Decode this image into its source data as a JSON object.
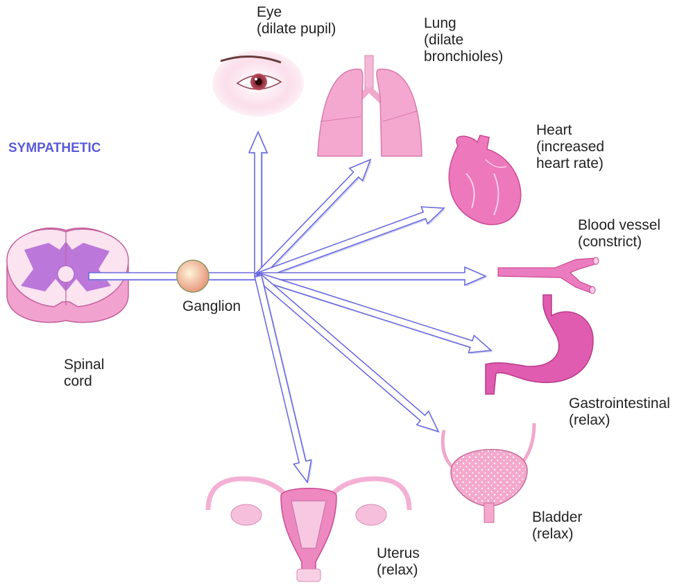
{
  "title": "SYMPATHETIC",
  "colors": {
    "title": "#5a5ad8",
    "arrow_stroke": "#6a6ae0",
    "arrow_fill": "#ffffff",
    "tissue": "#ee90c8",
    "tissue_light": "#f8cde6",
    "tissue_dark": "#c0408a",
    "grey_matter": "#b46ad6",
    "ganglion": "#f0b090"
  },
  "labels": {
    "eye": "Eye\n(dilate pupil)",
    "lung": "Lung\n(dilate\nbronchioles)",
    "heart": "Heart\n(increased\nheart rate)",
    "blood_vessel": "Blood vessel\n(constrict)",
    "gastrointestinal": "Gastrointestinal\n(relax)",
    "bladder": "Bladder\n(relax)",
    "uterus": "Uterus\n(relax)",
    "spinal_cord": "Spinal\ncord",
    "ganglion": "Ganglion"
  }
}
